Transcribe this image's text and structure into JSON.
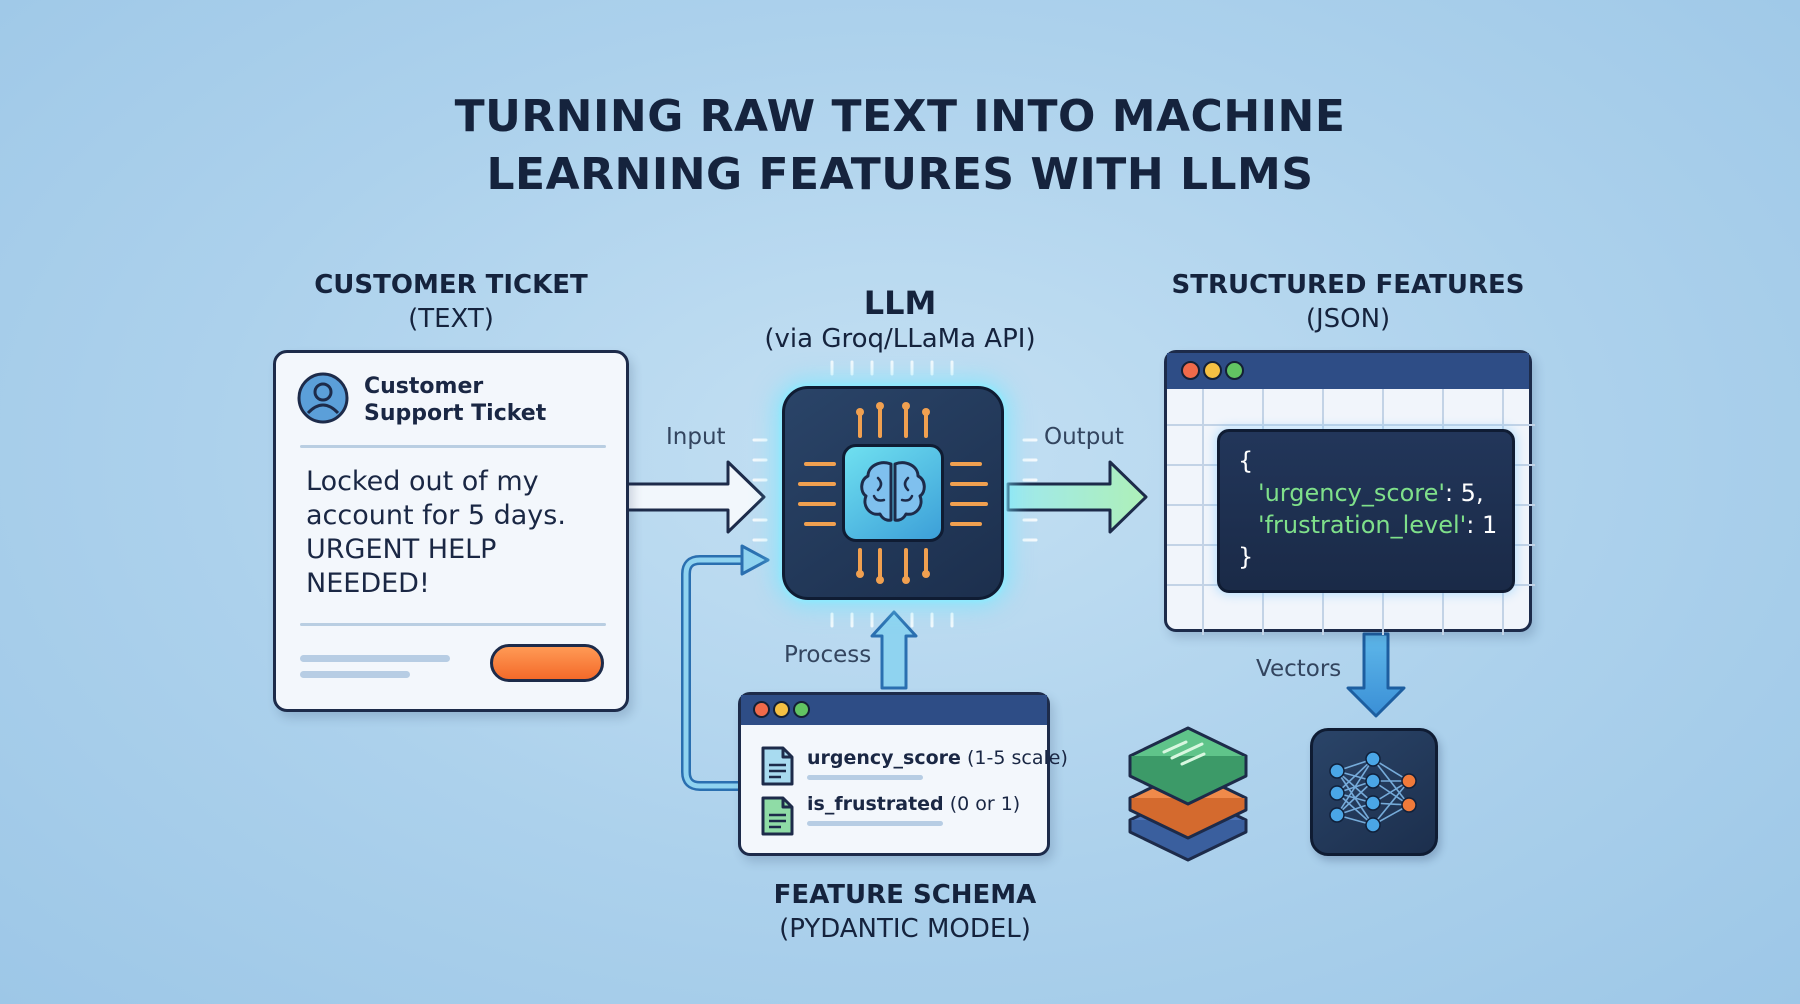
{
  "title": {
    "line1": "TURNING RAW TEXT INTO MACHINE",
    "line2": "LEARNING FEATURES WITH LLMS"
  },
  "ticket_section": {
    "header": "CUSTOMER TICKET",
    "subheader": "(TEXT)",
    "card": {
      "heading_line1": "Customer",
      "heading_line2": "Support Ticket",
      "message_lines": [
        "Locked out of my",
        "account for 5 days.",
        "URGENT HELP",
        "NEEDED!"
      ]
    }
  },
  "llm_section": {
    "header": "LLM",
    "subheader": "(via Groq/LLaMa API)"
  },
  "json_section": {
    "header": "STRUCTURED FEATURES",
    "subheader": "(JSON)",
    "code": {
      "open": "{",
      "line1_key": "'urgency_score'",
      "line1_value": ": 5,",
      "line2_key": "'frustration_level'",
      "line2_value": ": 1",
      "close": "}"
    }
  },
  "schema_section": {
    "header": "FEATURE SCHEMA",
    "subheader": "(PYDANTIC MODEL)",
    "fields": [
      {
        "name": "urgency_score",
        "desc": "(1-5 scale)"
      },
      {
        "name": "is_frustrated",
        "desc": "(0 or 1)"
      }
    ]
  },
  "arrow_labels": {
    "input": "Input",
    "output": "Output",
    "process": "Process",
    "vectors": "Vectors"
  },
  "icons": {
    "ticket_avatar": "user-avatar-icon",
    "chip": "cpu-chip-icon",
    "brain": "brain-icon",
    "document": "document-icon",
    "vector_store": "stacked-layers-icon",
    "model": "neural-network-icon"
  },
  "colors": {
    "background": "#acd1ec",
    "dark_outline": "#1d2b4a",
    "window_bar": "#2e4d86",
    "accent_orange": "#f46a2a",
    "accent_green": "#7fe08a",
    "chip_glow": "#9ff0ff"
  }
}
